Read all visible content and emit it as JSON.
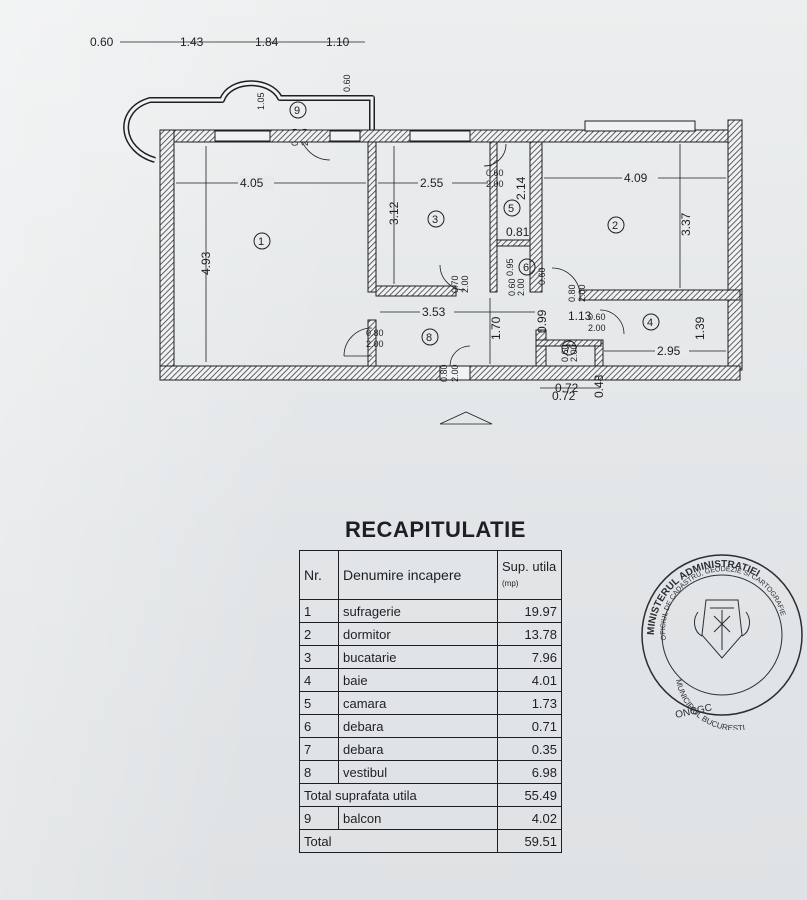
{
  "plan": {
    "top_dims": [
      "0.60",
      "1.43",
      "1.84",
      "1.10"
    ],
    "balcony": {
      "label": "9",
      "d1": "1.05",
      "d2": "0.60",
      "door_w": "0.80",
      "door_h": "2.00"
    },
    "rooms": [
      {
        "label": "1",
        "w": "4.05",
        "h": "4.93"
      },
      {
        "label": "2",
        "w": "4.09",
        "h": "3.37"
      },
      {
        "label": "3",
        "w": "2.55",
        "h": "3.12"
      },
      {
        "label": "4",
        "w": "2.95",
        "h": "1.39"
      },
      {
        "label": "5",
        "w": "0.81",
        "h": "2.14"
      },
      {
        "label": "6",
        "w": "0.60",
        "h": "0.95"
      },
      {
        "label": "7",
        "w": "0.72",
        "h": "0.99"
      },
      {
        "label": "8",
        "w": "3.53",
        "h": "1.70"
      }
    ],
    "doors": [
      {
        "w": "0.60",
        "h": "2.00"
      },
      {
        "w": "0.70",
        "h": "2.00"
      },
      {
        "w": "0.80",
        "h": "2.00"
      },
      {
        "w": "0.60",
        "h": "2.00"
      },
      {
        "w": "0.80",
        "h": "2.00"
      },
      {
        "w": "0.80",
        "h": "2.00"
      },
      {
        "w": "0.60",
        "h": "2.00"
      },
      {
        "w": "0.60",
        "h": "2.00"
      }
    ],
    "extra_dims": [
      "1.13",
      "0.48",
      "0.72"
    ]
  },
  "recap": {
    "title": "RECAPITULATIE",
    "headers": {
      "nr": "Nr.",
      "name": "Denumire incapere",
      "sup": "Sup. utila",
      "unit": "(mp)"
    },
    "rows": [
      {
        "nr": "1",
        "name": "sufragerie",
        "val": "19.97"
      },
      {
        "nr": "2",
        "name": "dormitor",
        "val": "13.78"
      },
      {
        "nr": "3",
        "name": "bucatarie",
        "val": "7.96"
      },
      {
        "nr": "4",
        "name": "baie",
        "val": "4.01"
      },
      {
        "nr": "5",
        "name": "camara",
        "val": "1.73"
      },
      {
        "nr": "6",
        "name": "debara",
        "val": "0.71"
      },
      {
        "nr": "7",
        "name": "debara",
        "val": "0.35"
      },
      {
        "nr": "8",
        "name": "vestibul",
        "val": "6.98"
      }
    ],
    "total_util": {
      "label": "Total suprafata utila",
      "val": "55.49"
    },
    "balcony_row": {
      "nr": "9",
      "name": "balcon",
      "val": "4.02"
    },
    "total": {
      "label": "Total",
      "val": "59.51"
    }
  },
  "stamp": {
    "outer": "MINISTERUL ADMINISTRATIEI",
    "inner": "OFICIUL DE CADASTRU, GEODEZIE SI CARTOGRAFIE",
    "city": "MUNICIPIUL BUCURESTI",
    "code": "ONCGC"
  },
  "colors": {
    "ink": "#1d1f22",
    "wall_hatch": "#3a3d40",
    "stamp": "#2b2e33"
  }
}
